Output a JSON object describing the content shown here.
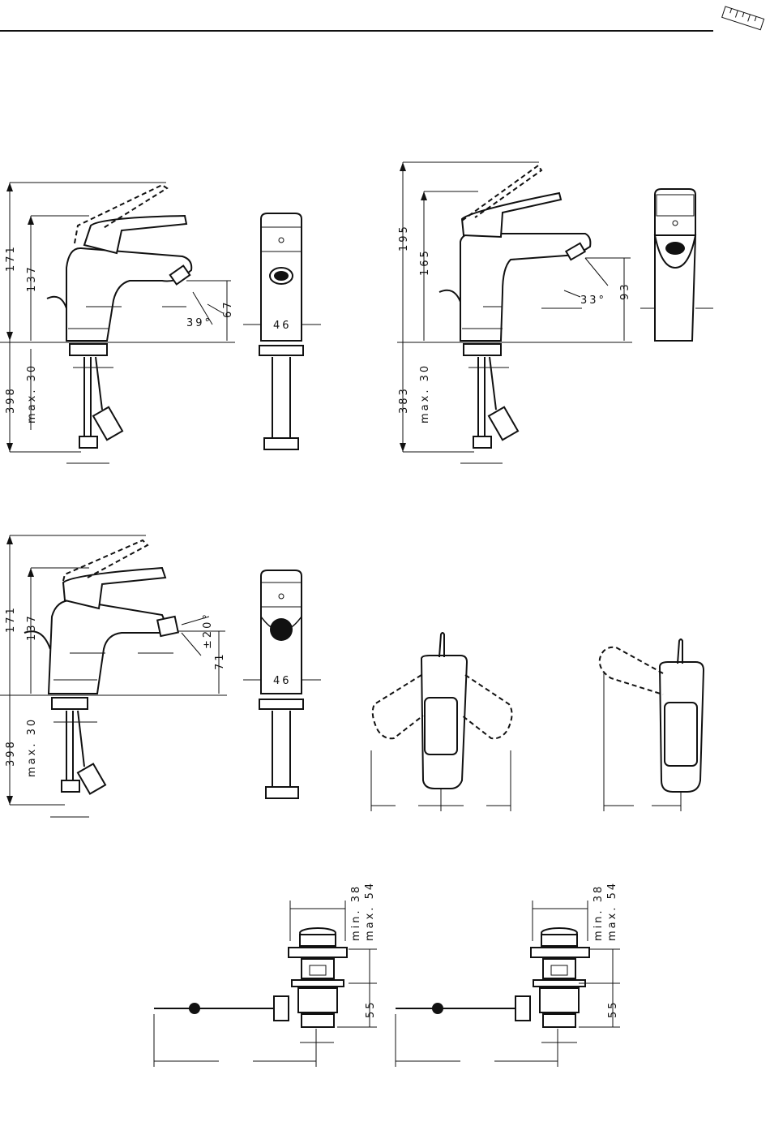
{
  "basin_mixer_a": {
    "height_total": "171",
    "height_spout": "137",
    "below_deck": "398",
    "deck_thickness": "max. 30",
    "spout_angle": "39°",
    "outlet_height": "67",
    "body_width": "46"
  },
  "basin_mixer_b": {
    "height_total": "195",
    "height_spout": "165",
    "below_deck": "383",
    "deck_thickness": "max. 30",
    "spout_angle": "33°",
    "outlet_height": "93"
  },
  "bidet_mixer": {
    "height_total": "171",
    "height_spout": "137",
    "below_deck": "398",
    "deck_thickness": "max. 30",
    "jet_angle": "±20°",
    "outlet_height": "71",
    "body_width": "46"
  },
  "waste_a": {
    "min": "min. 38",
    "max": "max. 54",
    "height": "55"
  },
  "waste_b": {
    "min": "min. 38",
    "max": "max. 54",
    "height": "55"
  },
  "icons": {
    "ruler": "ruler-icon"
  }
}
